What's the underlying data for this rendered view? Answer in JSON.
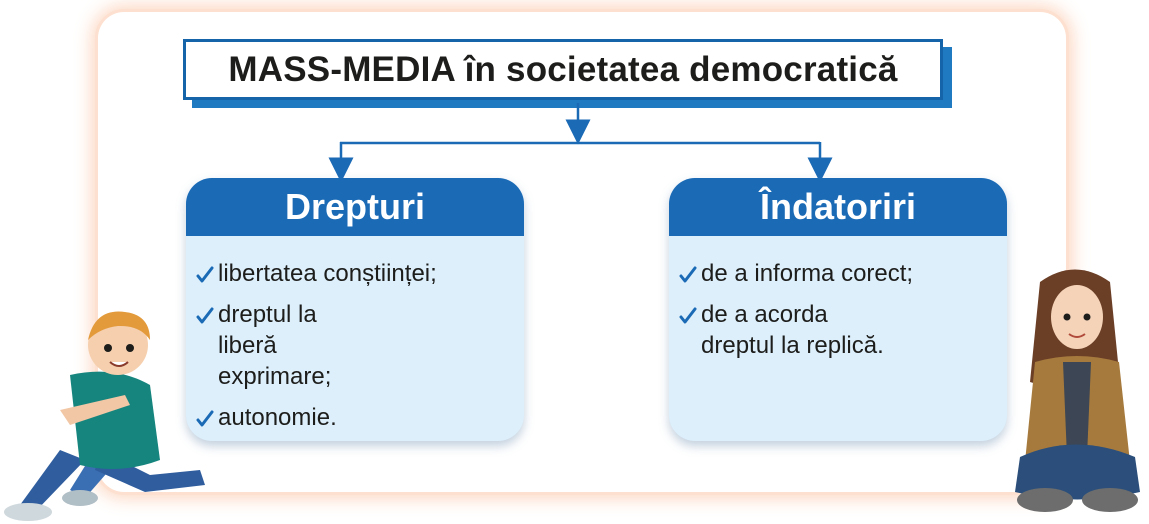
{
  "title": "MASS-MEDIA în societatea democratică",
  "left_card": {
    "heading": "Drepturi",
    "items": [
      "libertatea conștiinței;",
      "dreptul la liberă exprimare;",
      "autonomie."
    ]
  },
  "right_card": {
    "heading": "Îndatoriri",
    "items": [
      "de a informa corect;",
      "de a acorda dreptul la replică."
    ]
  },
  "colors": {
    "accent_blue": "#1a6ab6",
    "card_fill": "#dceffb",
    "frame_glow": "#fcd5bf"
  }
}
